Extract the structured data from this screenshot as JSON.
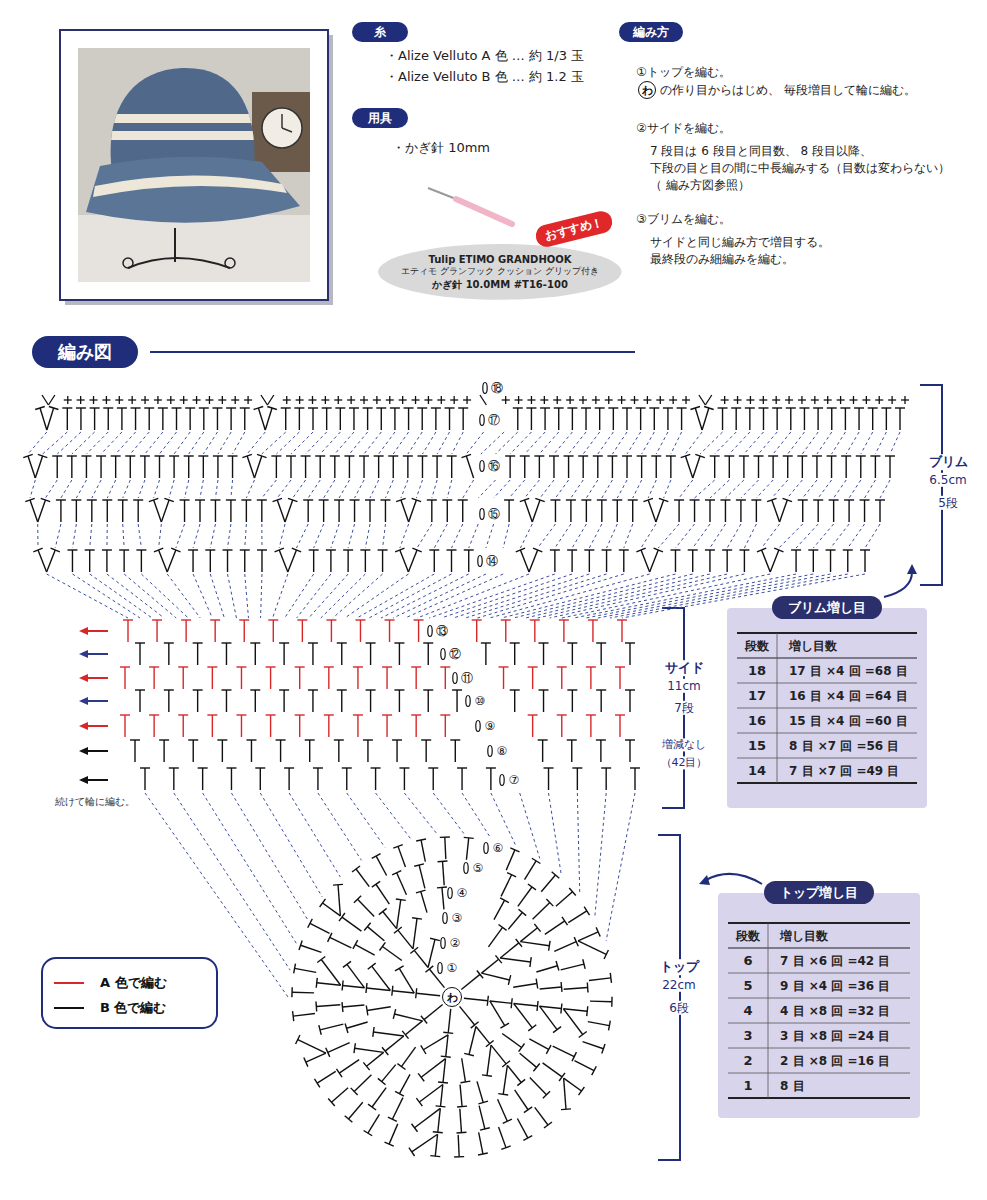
{
  "diagram": {
    "nodes": [
      {
        "text": [
          "糸"
        ]
      },
      {
        "text": [
          "用具"
        ]
      },
      {
        "text": [
          "おすすめ！"
        ]
      },
      {
        "text": [
          "Tulip ETIMO GRANDHOOK",
          "エティモ グランフック クッション グリップ付き",
          "かぎ針 10.0MM #T16-100"
        ]
      },
      {
        "text": [
          "編み方"
        ]
      },
      {
        "text": [
          "わ"
        ]
      },
      {
        "text": [
          "編み図"
        ]
      },
      {
        "text": [
          "ブリム増し目"
        ]
      },
      {
        "text": [
          "わ"
        ]
      },
      {
        "text": [
          "トップ増し目"
        ]
      }
    ],
    "labels": [
      "・Alize Velluto A 色 … 約 1/3 玉",
      "・Alize Velluto B 色 … 約 1.2 玉",
      "・かぎ針 10mm",
      "①トップを編む。",
      "の作り目からはじめ、 毎段増目して輪に編む。",
      "②サイドを編む。",
      "7 段目は 6 段目と同目数、 8 段目以降、",
      "下段の目と目の間に中長編みする（目数は変わらない）",
      "（ 編み方図参照）",
      "③ブリムを編む。",
      "サイドと同じ編み方で増目する。",
      "最終段のみ細編みを編む。",
      "⑱",
      "⑰",
      "⑯",
      "⑮",
      "⑭",
      "⑬",
      "⑫",
      "⑪",
      "⑩",
      "⑨",
      "⑧",
      "⑦",
      "⑥",
      "⑤",
      "④",
      "③",
      "②",
      "①",
      "ブリム",
      "6.5cm",
      "5段",
      "サイド",
      "11cm",
      "7段",
      "増減なし",
      "（42目）",
      "続けて輪に編む。",
      "トップ",
      "22cm",
      "6段",
      "段数",
      "増し目数",
      "18",
      "17 目 ×4 回 =68 目",
      "17",
      "16 目 ×4 回 =64 目",
      "16",
      "15 目 ×4 回 =60 目",
      "15",
      "8 目 ×7 回 =56 目",
      "14",
      "7 目 ×7 回 =49 目",
      "段数",
      "増し目数",
      "6",
      "7 目 ×6 回 =42 目",
      "5",
      "9 目 ×4 回 =36 目",
      "4",
      "4 目 ×8 回 =32 目",
      "3",
      "3 目 ×8 回 =24 目",
      "2",
      "2 目 ×8 回 =16 目",
      "1",
      "8 目"
    ],
    "legend": [
      {
        "text": "A 色で編む"
      },
      {
        "text": "B 色で編む"
      }
    ]
  }
}
